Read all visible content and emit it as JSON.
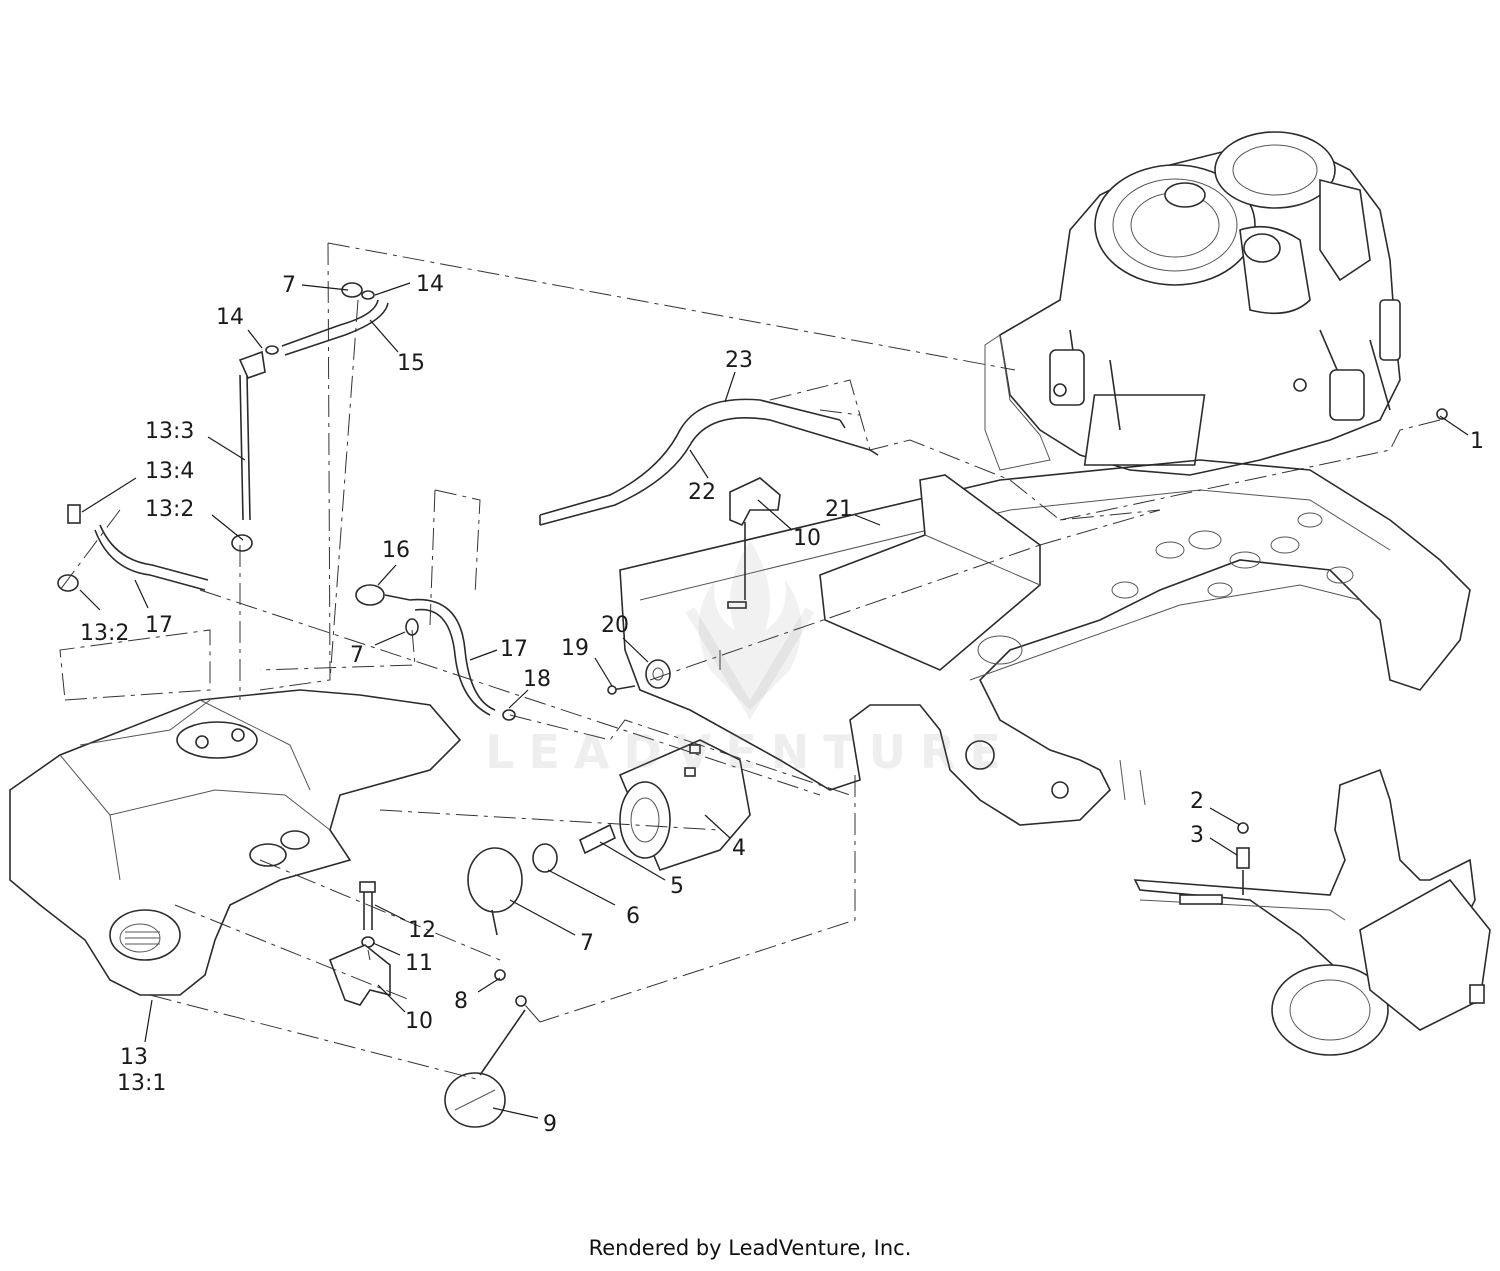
{
  "footer": {
    "text": "Rendered by LeadVenture, Inc."
  },
  "watermark": {
    "text": "LEADVENTURE"
  },
  "callouts": [
    {
      "id": "c1",
      "label": "1"
    },
    {
      "id": "c2",
      "label": "2"
    },
    {
      "id": "c3",
      "label": "3"
    },
    {
      "id": "c4",
      "label": "4"
    },
    {
      "id": "c5",
      "label": "5"
    },
    {
      "id": "c6",
      "label": "6"
    },
    {
      "id": "c7a",
      "label": "7"
    },
    {
      "id": "c7b",
      "label": "7"
    },
    {
      "id": "c7c",
      "label": "7"
    },
    {
      "id": "c8",
      "label": "8"
    },
    {
      "id": "c9",
      "label": "9"
    },
    {
      "id": "c10a",
      "label": "10"
    },
    {
      "id": "c10b",
      "label": "10"
    },
    {
      "id": "c11",
      "label": "11"
    },
    {
      "id": "c12",
      "label": "12"
    },
    {
      "id": "c13",
      "label": "13"
    },
    {
      "id": "c13_1",
      "label": "13:1"
    },
    {
      "id": "c13_2a",
      "label": "13:2"
    },
    {
      "id": "c13_2b",
      "label": "13:2"
    },
    {
      "id": "c13_3",
      "label": "13:3"
    },
    {
      "id": "c13_4",
      "label": "13:4"
    },
    {
      "id": "c14a",
      "label": "14"
    },
    {
      "id": "c14b",
      "label": "14"
    },
    {
      "id": "c15",
      "label": "15"
    },
    {
      "id": "c16",
      "label": "16"
    },
    {
      "id": "c17a",
      "label": "17"
    },
    {
      "id": "c17b",
      "label": "17"
    },
    {
      "id": "c18",
      "label": "18"
    },
    {
      "id": "c19",
      "label": "19"
    },
    {
      "id": "c20",
      "label": "20"
    },
    {
      "id": "c21",
      "label": "21"
    },
    {
      "id": "c22",
      "label": "22"
    },
    {
      "id": "c23",
      "label": "23"
    }
  ]
}
